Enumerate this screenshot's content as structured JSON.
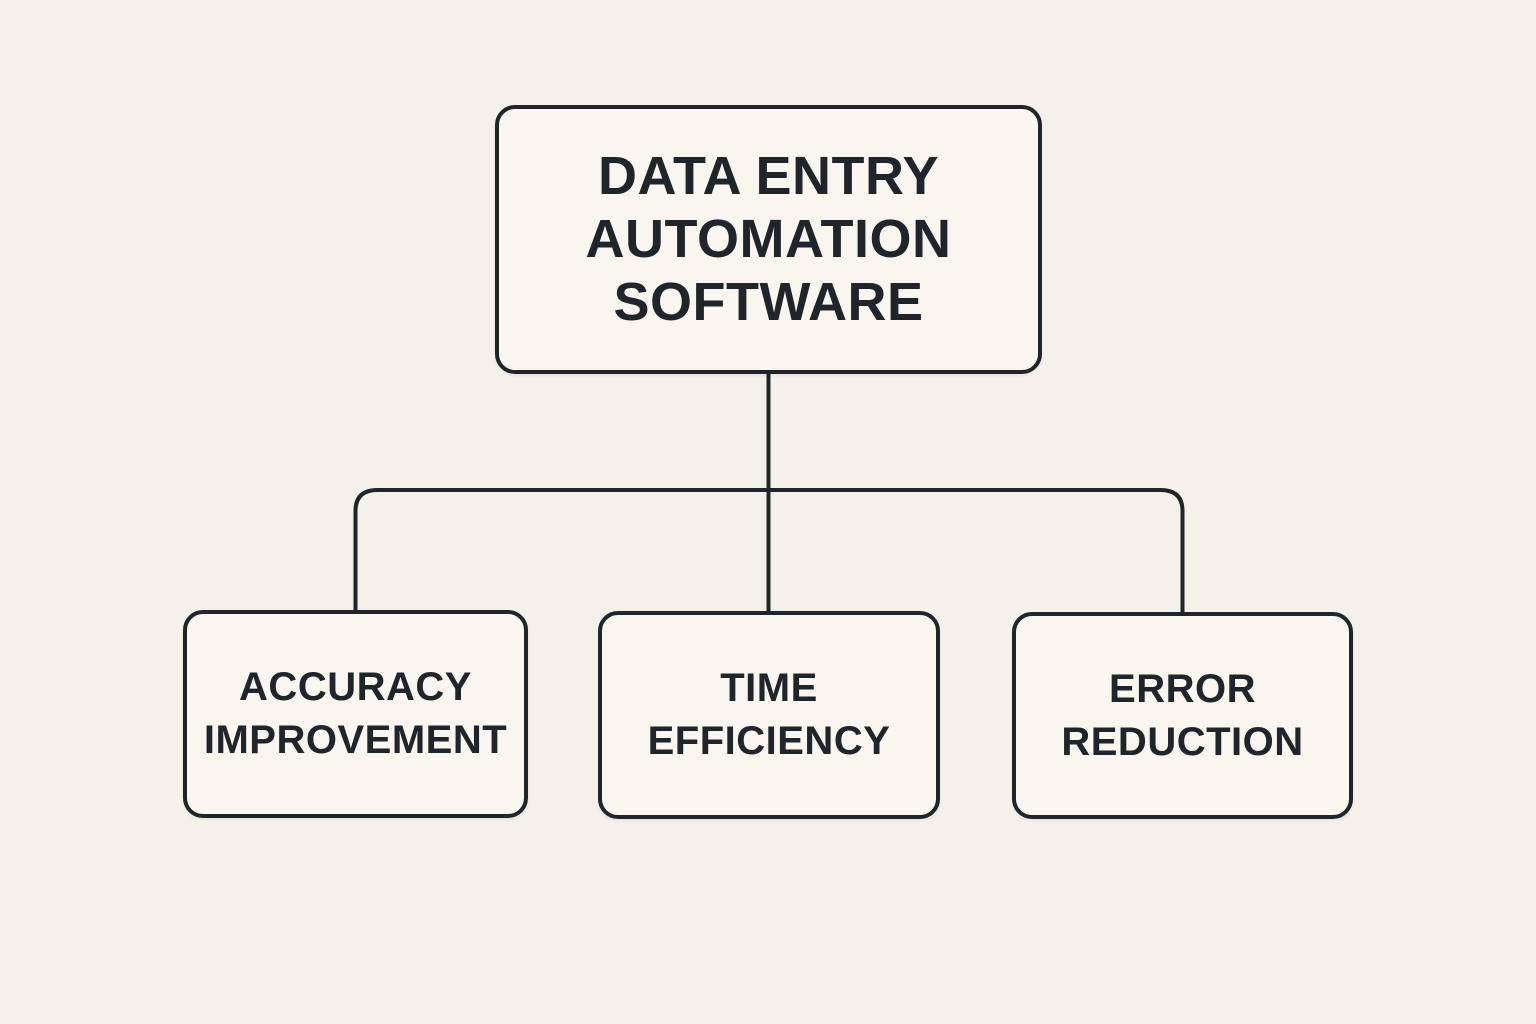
{
  "diagram": {
    "type": "hierarchy-flowchart",
    "colors": {
      "background": "#f4f1ea",
      "ink": "#20252c",
      "box_fill": "#f9f6f0"
    },
    "root": {
      "label": "DATA ENTRY AUTOMATION SOFTWARE",
      "lines": [
        "DATA ENTRY",
        "AUTOMATION",
        "SOFTWARE"
      ]
    },
    "children": [
      {
        "label": "ACCURACY IMPROVEMENT",
        "lines": [
          "ACCURACY",
          "IMPROVEMENT"
        ]
      },
      {
        "label": "TIME EFFICIENCY",
        "lines": [
          "TIME",
          "EFFICIENCY"
        ]
      },
      {
        "label": "ERROR REDUCTION",
        "lines": [
          "ERROR",
          "REDUCTION"
        ]
      }
    ]
  }
}
